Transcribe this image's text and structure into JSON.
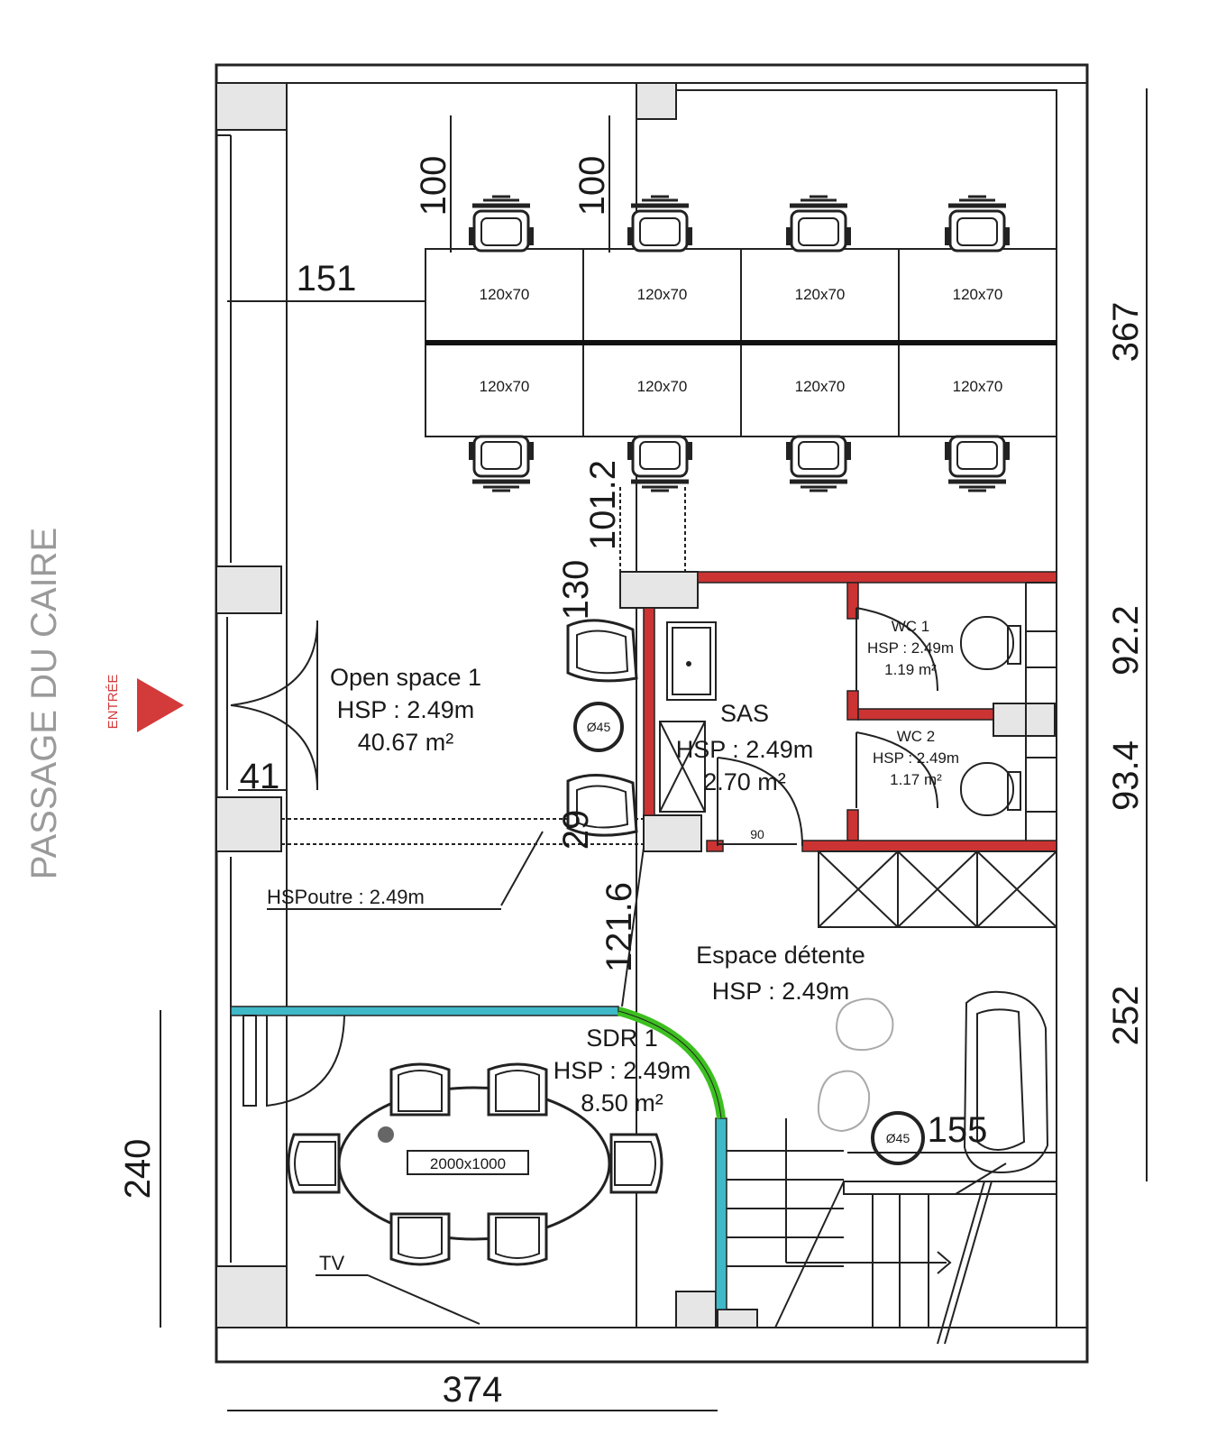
{
  "street": "PASSAGE DU CAIRE",
  "entrance": "ENTRÉE",
  "colors": {
    "wall": "#cc3333",
    "glass": "#3fb8c7",
    "door_arc": "#3cbf1f",
    "entry": "#d33a3a"
  },
  "dimensions": {
    "d151": "151",
    "d100a": "100",
    "d100b": "100",
    "d367": "367",
    "d92": "92.2",
    "d93": "93.4",
    "d252": "252",
    "d240": "240",
    "d374": "374",
    "d41": "41",
    "d101": "101.2",
    "d130": "130",
    "d29": "29",
    "d121": "121.6",
    "d155": "155"
  },
  "desk_size": "120x70",
  "desks_count": 8,
  "table_size": "2000x1000",
  "diam": "Ø45",
  "open_space": {
    "name": "Open space 1",
    "hsp": "HSP : 2.49m",
    "area": "40.67 m²"
  },
  "sas": {
    "name": "SAS",
    "hsp": "HSP : 2.49m",
    "area": "2.70 m²"
  },
  "wc1": {
    "name": "WC 1",
    "hsp": "HSP : 2.49m",
    "area": "1.19 m²"
  },
  "wc2": {
    "name": "WC 2",
    "hsp": "HSP : 2.49m",
    "area": "1.17 m²"
  },
  "detente": {
    "name": "Espace détente",
    "hsp": "HSP : 2.49m"
  },
  "sdr": {
    "name": "SDR 1",
    "hsp": "HSP : 2.49m",
    "area": "8.50 m²"
  },
  "beam": "HSPoutre : 2.49m",
  "tv": "TV",
  "door_num": "90"
}
